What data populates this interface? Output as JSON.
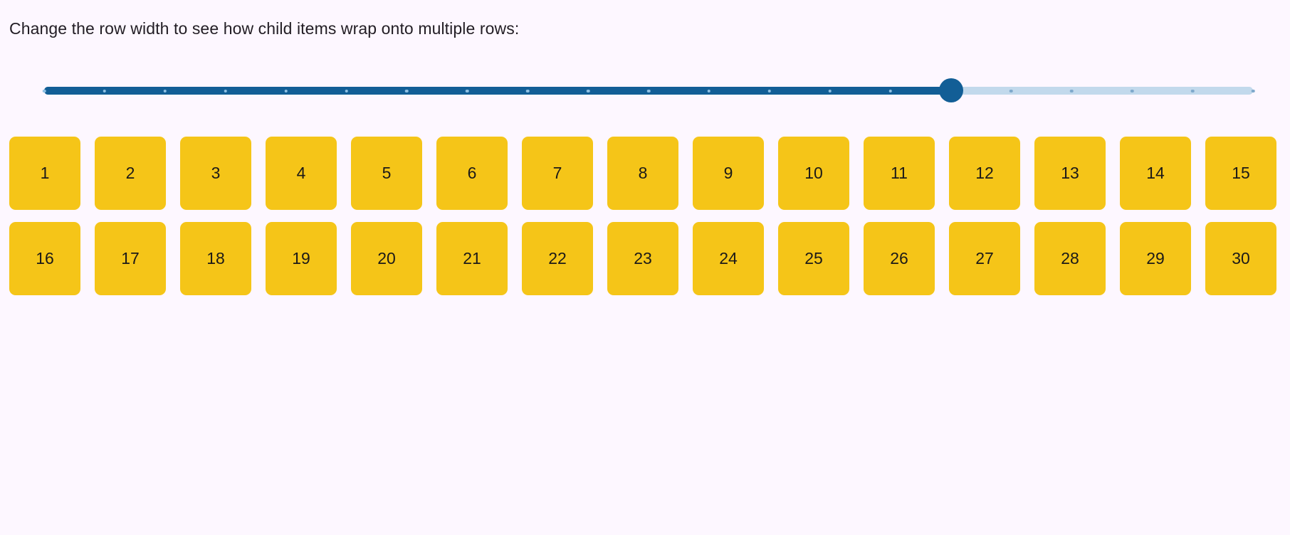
{
  "page": {
    "background_color": "#fdf7ff",
    "instruction": "Change the row width to see how child items wrap onto multiple rows:"
  },
  "slider": {
    "name": "row-width-slider",
    "orientation": "horizontal",
    "min": 0,
    "max": 20,
    "value": 15,
    "percent_filled": 75,
    "tick_count": 21,
    "ticks_visible": true,
    "fill_color": "#125e96",
    "track_color": "#c2d9ec",
    "thumb_color": "#125e96",
    "tick_color_filled": "#8fc0e3",
    "tick_color_empty": "#7fa9cc"
  },
  "items": {
    "box_color": "#f5c518",
    "text_color": "#1c1a18",
    "count": 30,
    "per_row": 15,
    "labels": [
      "1",
      "2",
      "3",
      "4",
      "5",
      "6",
      "7",
      "8",
      "9",
      "10",
      "11",
      "12",
      "13",
      "14",
      "15",
      "16",
      "17",
      "18",
      "19",
      "20",
      "21",
      "22",
      "23",
      "24",
      "25",
      "26",
      "27",
      "28",
      "29",
      "30"
    ]
  }
}
